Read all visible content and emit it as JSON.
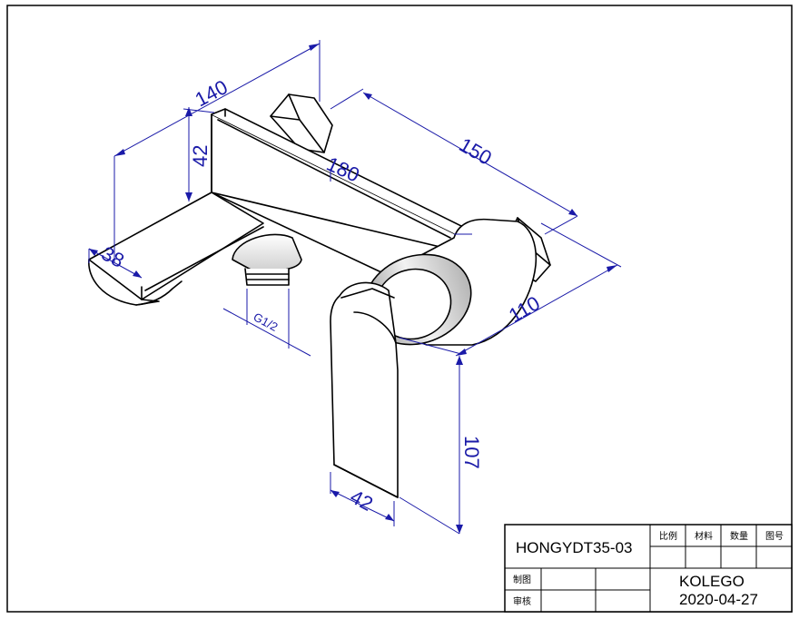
{
  "drawing": {
    "dimensions": {
      "d140": "140",
      "d42_top": "42",
      "d180": "180",
      "d150": "150",
      "d38": "38",
      "d110": "110",
      "d107": "107",
      "d42_bottom": "42",
      "thread": "G1/2"
    }
  },
  "title_block": {
    "model": "HONGYDT35-03",
    "headers": {
      "scale": "比例",
      "material": "材料",
      "quantity": "数量",
      "drawing_no": "图号"
    },
    "rows": {
      "drawn": "制图",
      "checked": "审核"
    },
    "company": "KOLEGO",
    "date": "2020-04-27"
  },
  "colors": {
    "outline": "#000000",
    "dimension": "#1a1aa8",
    "shading": "#d4d4d4"
  }
}
